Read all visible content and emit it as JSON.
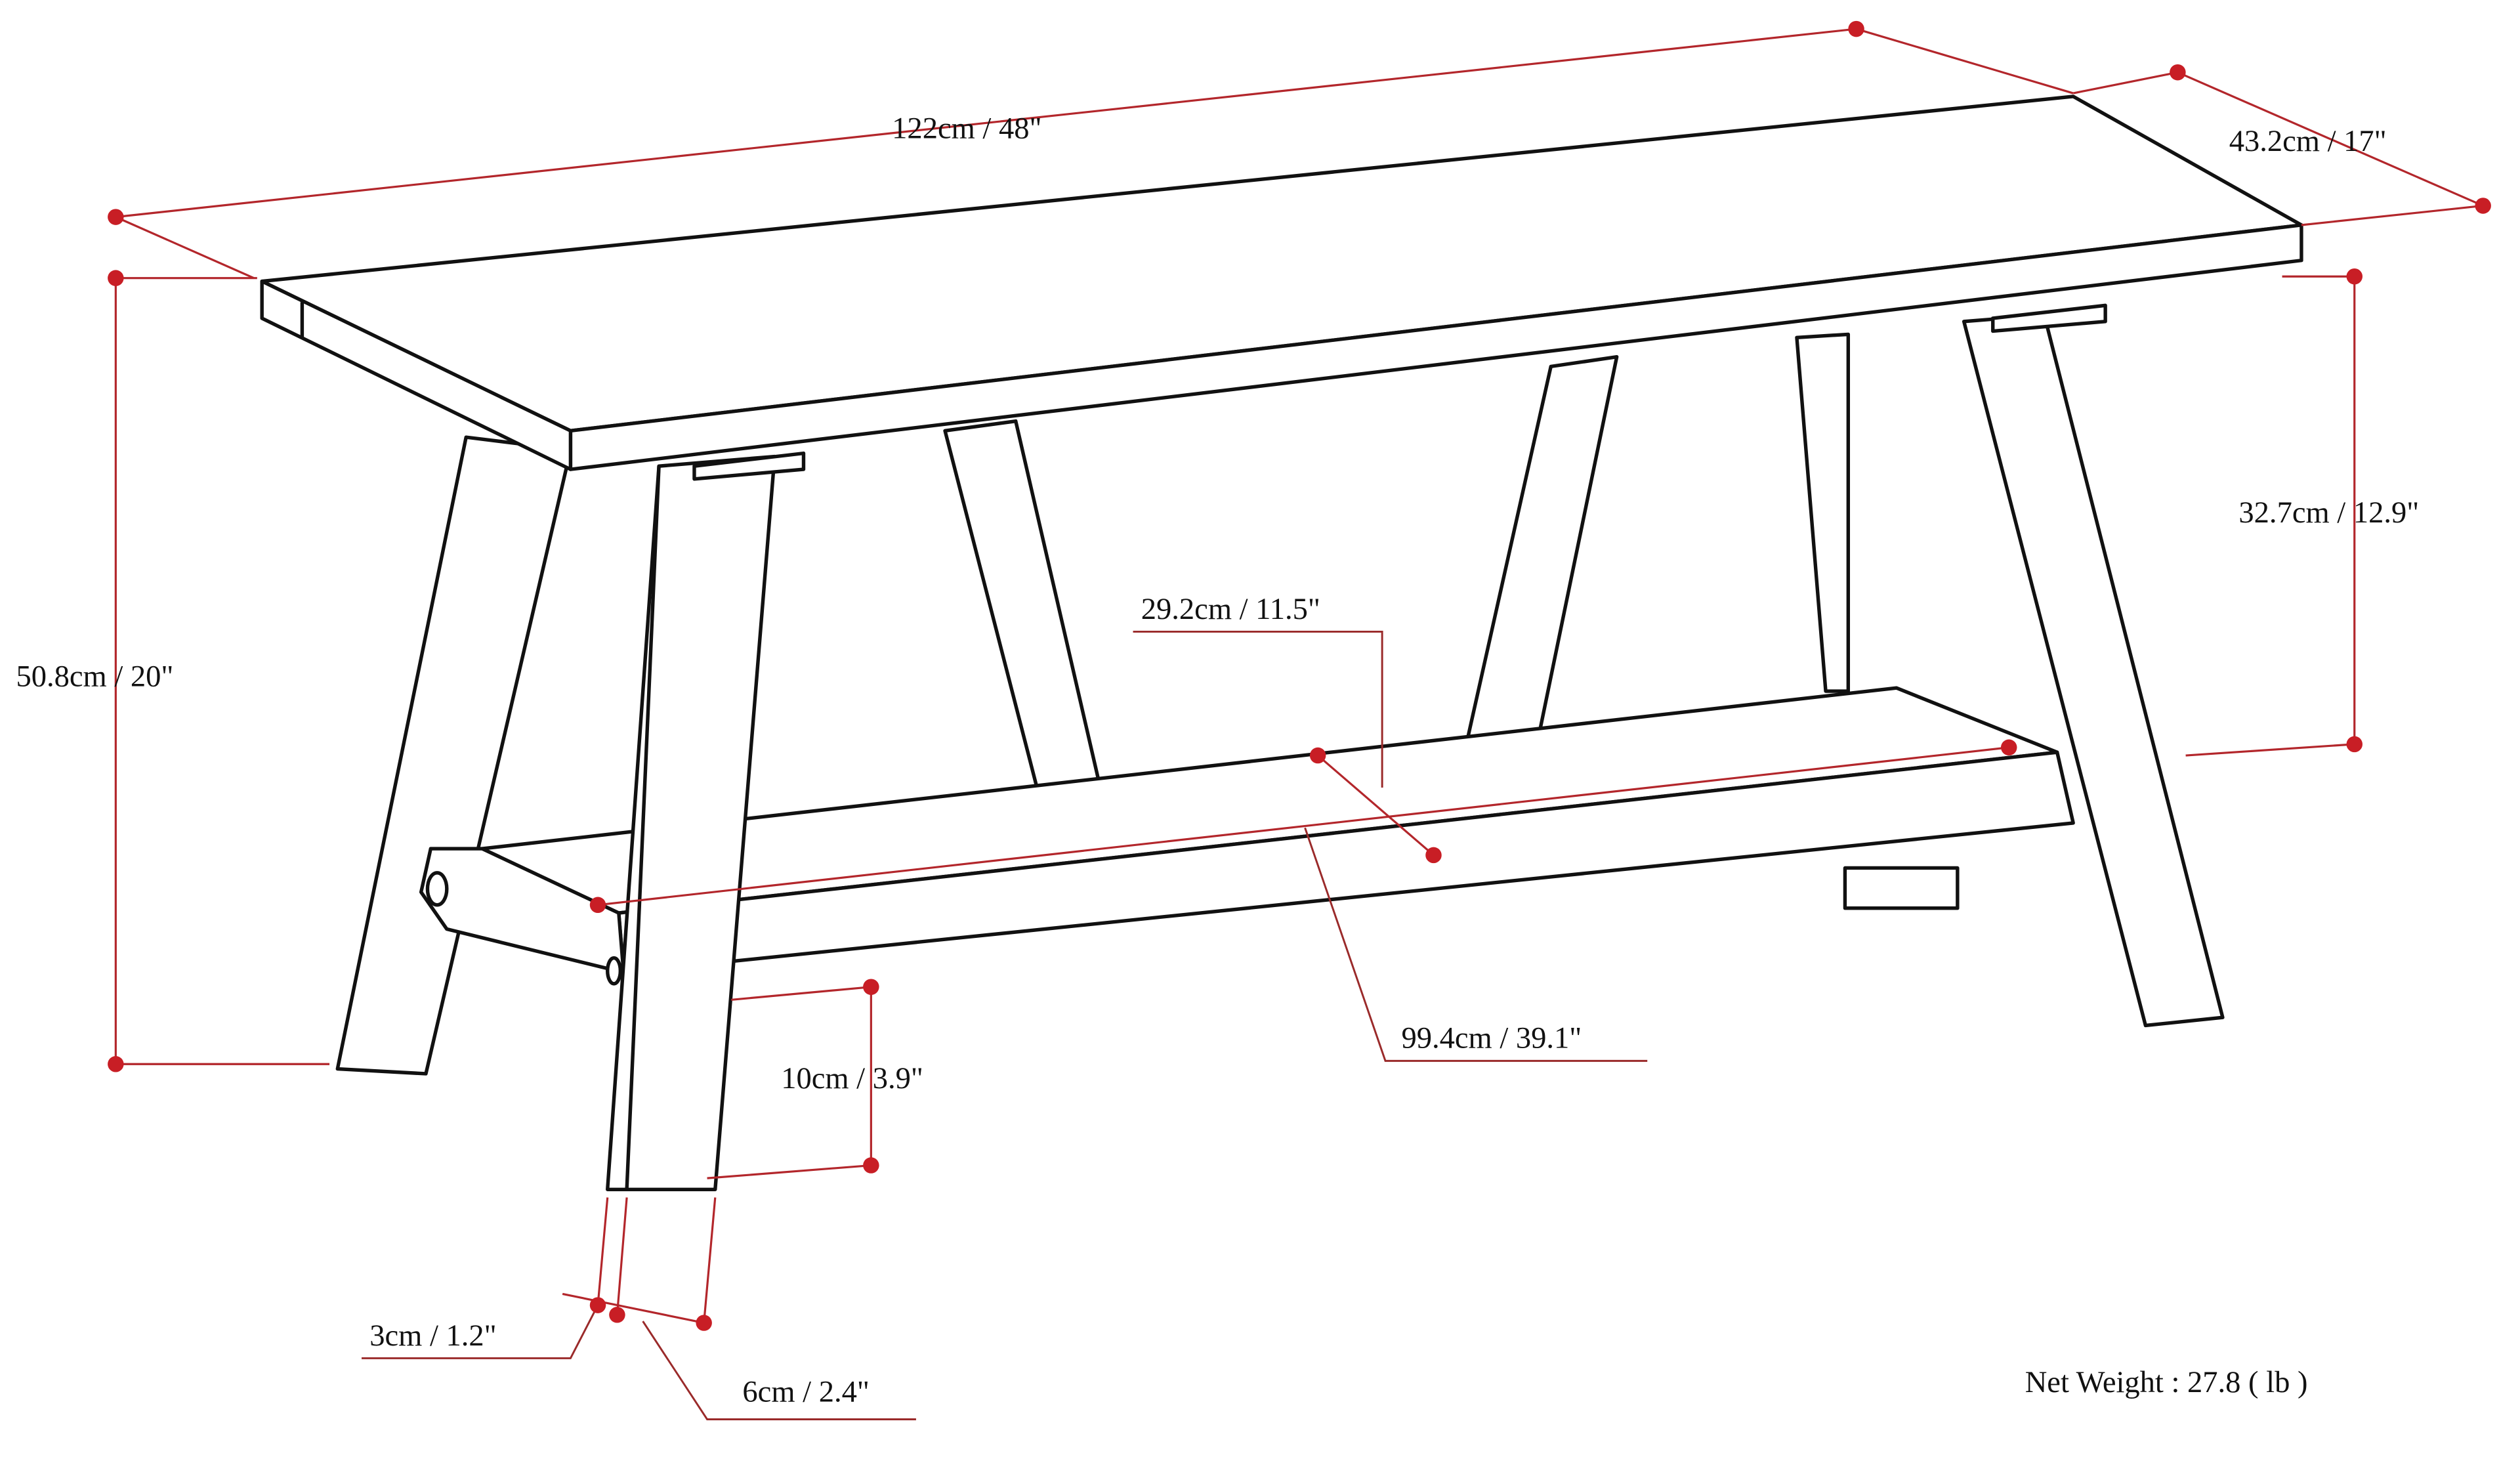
{
  "diagram": {
    "subject": "bench",
    "dimension_color": "#c81e25",
    "labels": {
      "length": "122cm / 48\"",
      "depth": "43.2cm / 17\"",
      "height": "50.8cm / 20\"",
      "shelf_clearance": "32.7cm / 12.9\"",
      "shelf_depth": "29.2cm / 11.5\"",
      "shelf_length": "99.4cm / 39.1\"",
      "shelf_height": "10cm / 3.9\"",
      "leg_thickness": "3cm / 1.2\"",
      "leg_width": "6cm / 2.4\"",
      "net_weight": "Net Weight : 27.8 ( lb )"
    }
  }
}
